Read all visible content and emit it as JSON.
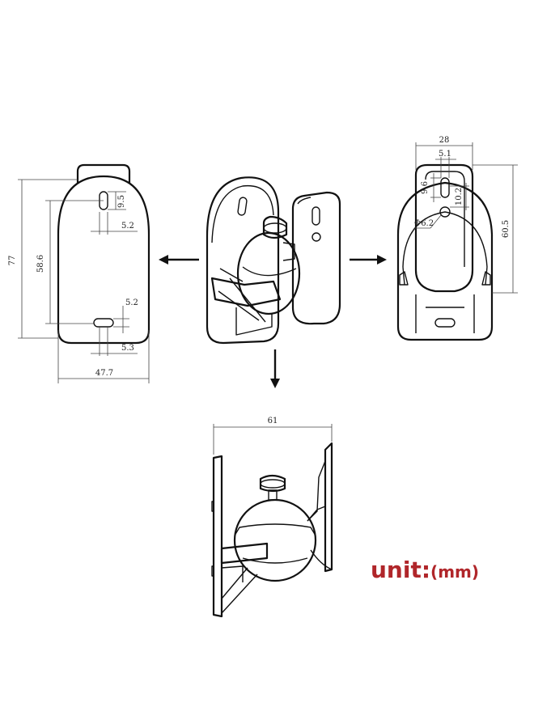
{
  "labels": {
    "unit_main": "unit:",
    "unit_sub": "(mm)"
  },
  "dimensions": {
    "back_height": "77",
    "back_slot_spacing": "58.6",
    "back_slot_top_height": "9.5",
    "back_slot_top_width": "5.2",
    "back_slot_bottom_height": "5.2",
    "back_slot_bottom_width": "5.3",
    "back_width": "47.7",
    "front_width": "28",
    "front_slot_width": "5.1",
    "front_slot_height": "9.6",
    "front_gap": "10.2",
    "front_hole_dia": "Φ6.2",
    "front_height": "60.5",
    "side_depth": "61"
  },
  "colors": {
    "line": "#111111",
    "dimension": "#444444",
    "unit_text": "#b0262a"
  }
}
